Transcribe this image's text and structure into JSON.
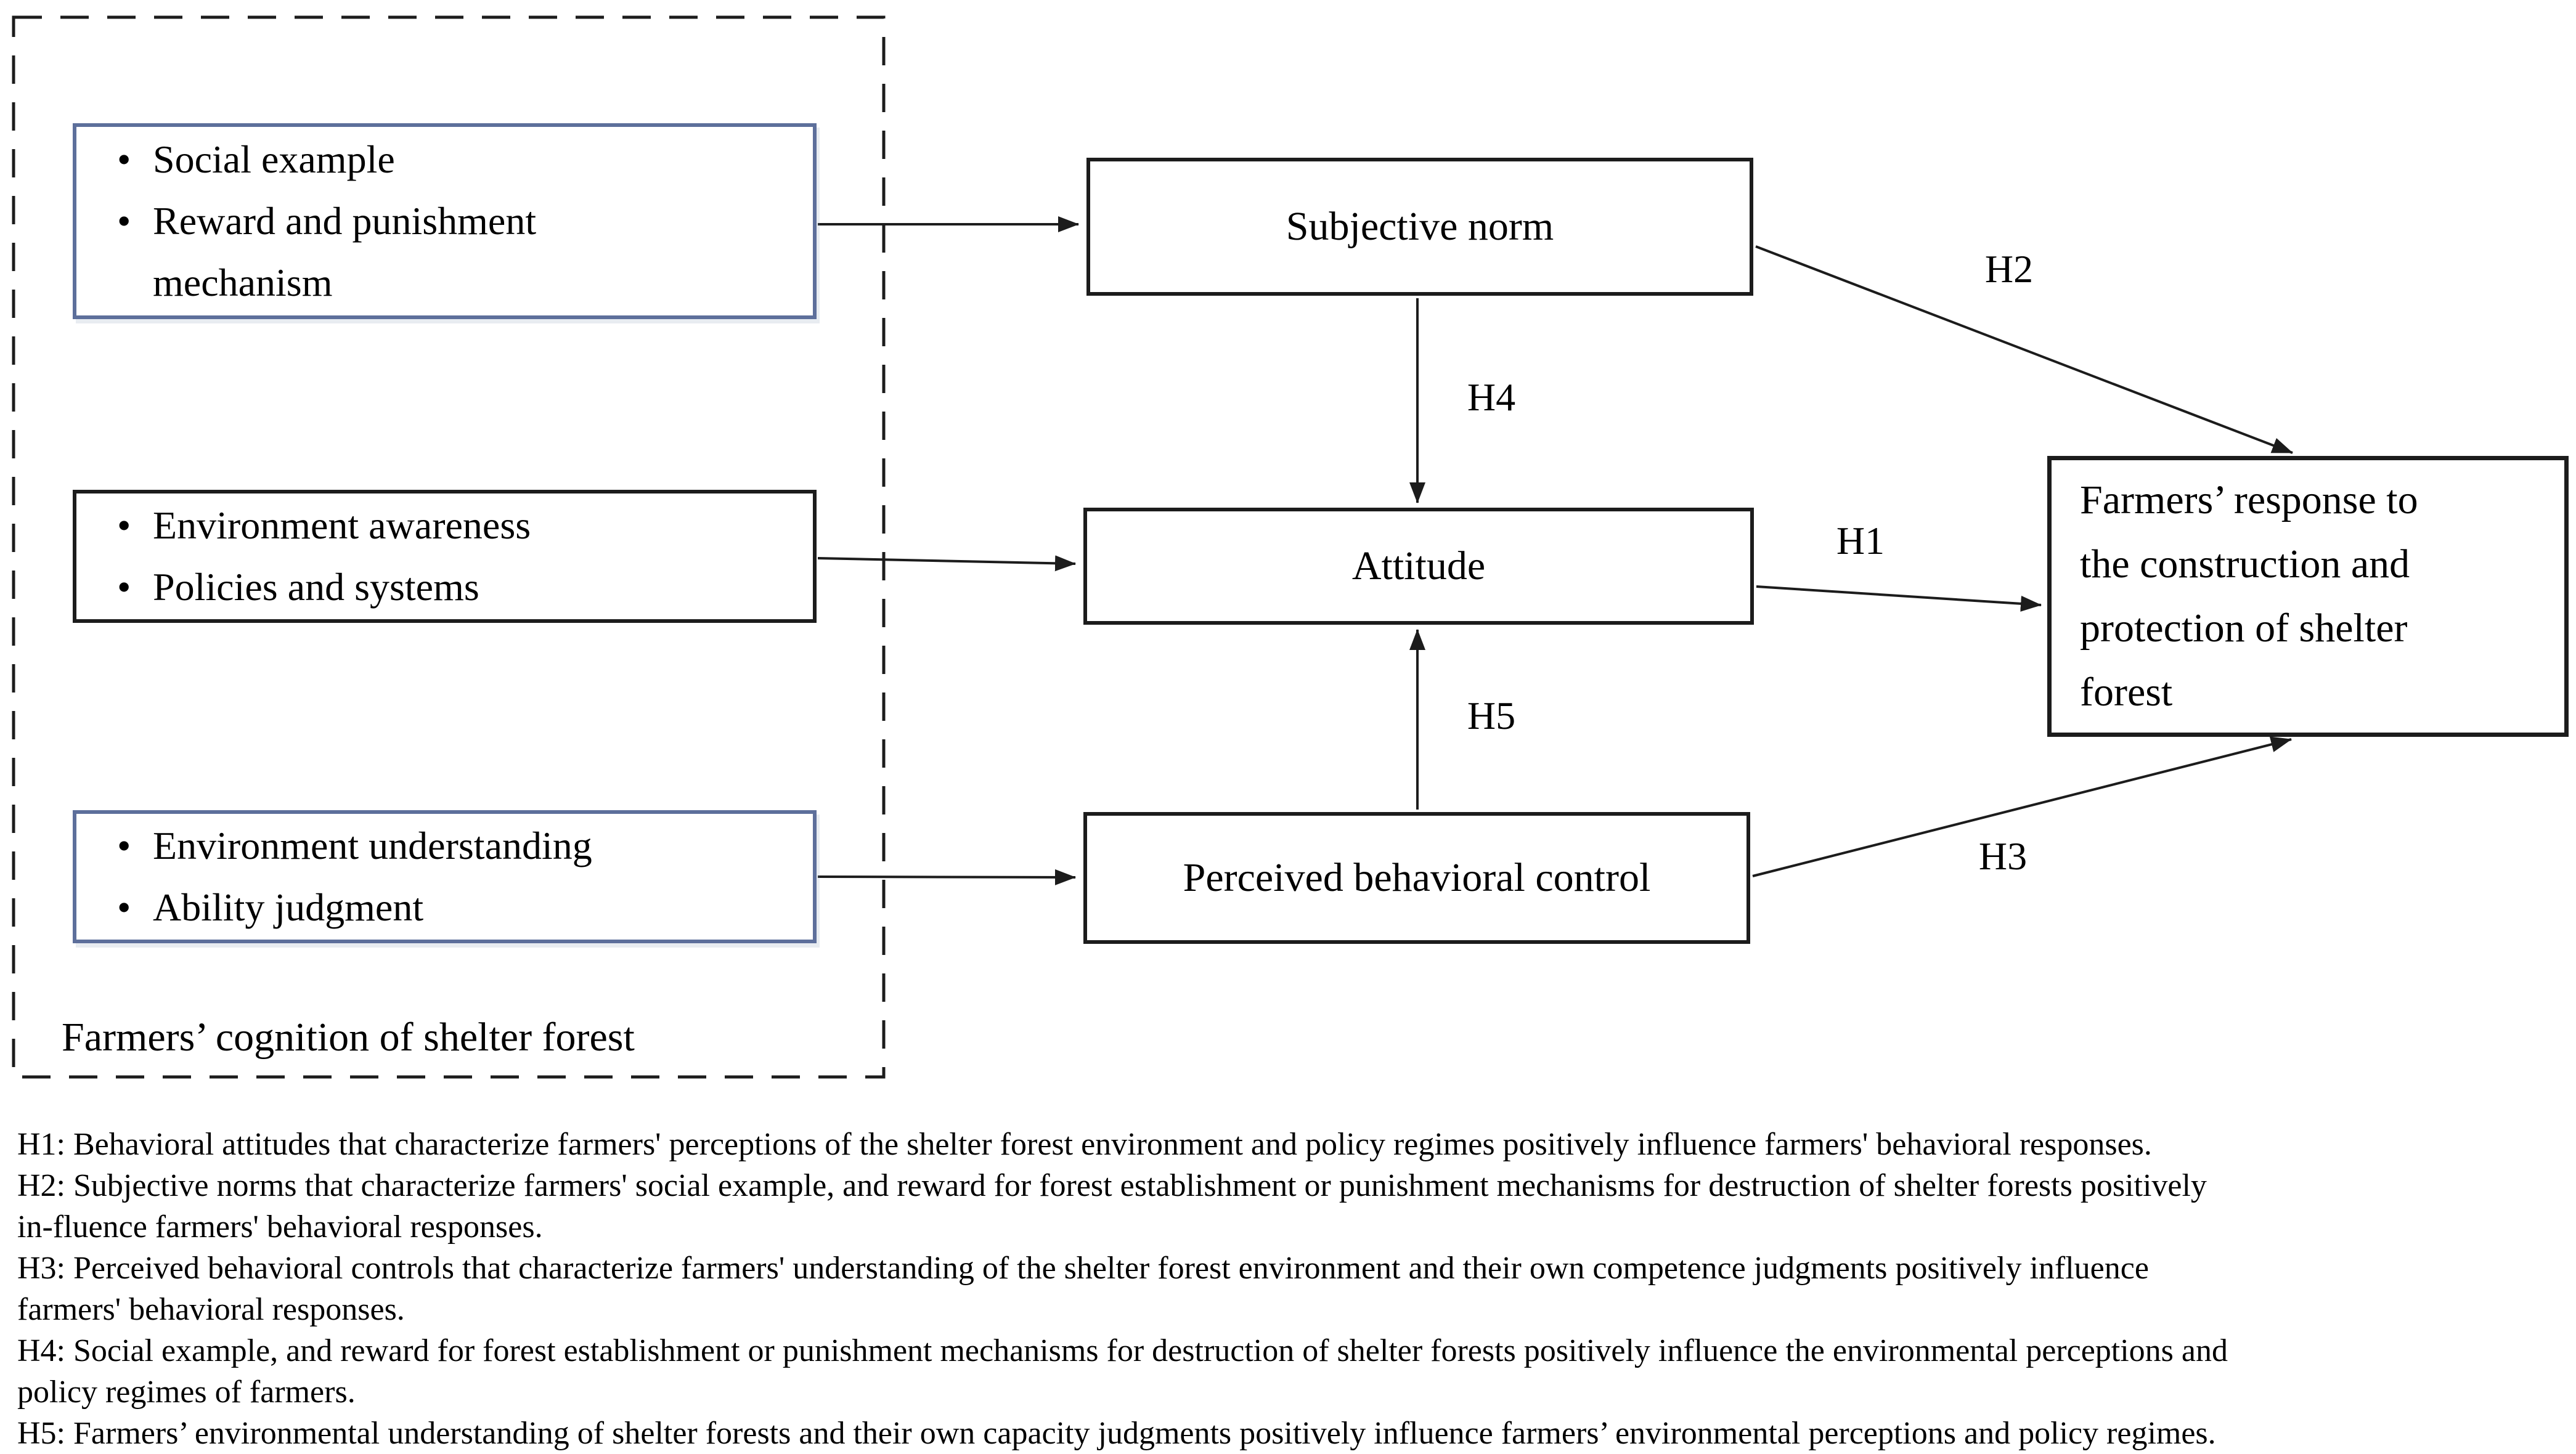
{
  "glyphs": {
    "bullet": "•"
  },
  "colors": {
    "background": "#ffffff",
    "text": "#000000",
    "black_box_border": "#1c1c1c",
    "blue_box_border": "#5d6f9b",
    "connector_line": "#1c1c1c"
  },
  "diagram": {
    "cognition_group": {
      "caption": "Farmers’ cognition of shelter forest",
      "boxes": [
        {
          "id": "social-example",
          "border": "blue",
          "lines": [
            {
              "bullet": true,
              "text": "Social example"
            },
            {
              "bullet": true,
              "text": "Reward and punishment"
            },
            {
              "bullet": false,
              "text": "mechanism"
            }
          ]
        },
        {
          "id": "environment-awareness",
          "border": "black",
          "lines": [
            {
              "bullet": true,
              "text": "Environment awareness"
            },
            {
              "bullet": true,
              "text": "Policies and systems"
            }
          ]
        },
        {
          "id": "environment-understanding",
          "border": "blue",
          "lines": [
            {
              "bullet": true,
              "text": "Environment understanding"
            },
            {
              "bullet": true,
              "text": "Ability judgment"
            }
          ]
        }
      ]
    },
    "constructs": {
      "subjective_norm": {
        "label": "Subjective norm"
      },
      "attitude": {
        "label": "Attitude"
      },
      "perceived_behavioral_control": {
        "label": "Perceived behavioral control"
      },
      "farmers_response": {
        "lines": [
          "Farmers’ response to",
          "the construction and",
          "protection of shelter",
          "forest"
        ]
      }
    },
    "path_labels": {
      "h1": "H1",
      "h2": "H2",
      "h3": "H3",
      "h4": "H4",
      "h5": "H5"
    }
  },
  "hypotheses": {
    "h1": {
      "lines": [
        "H1: Behavioral attitudes that characterize farmers' perceptions of the shelter forest environment and policy regimes positively influence farmers' behavioral responses."
      ]
    },
    "h2": {
      "lines": [
        "H2: Subjective norms that characterize farmers' social example, and reward for forest establishment or punishment mechanisms for destruction of shelter forests positively",
        "in-fluence farmers' behavioral responses."
      ]
    },
    "h3": {
      "lines": [
        "H3: Perceived behavioral controls that characterize farmers' understanding of the shelter forest environment and their own competence judgments positively influence",
        "farmers' behavioral responses."
      ]
    },
    "h4": {
      "lines": [
        "H4: Social example, and reward for forest establishment or punishment mechanisms for destruction of shelter forests positively influence the environmental perceptions and",
        "policy regimes of farmers."
      ]
    },
    "h5": {
      "lines": [
        "H5: Farmers’ environmental understanding of shelter forests and their own capacity judgments positively influence farmers’ environmental perceptions and policy regimes."
      ]
    }
  }
}
